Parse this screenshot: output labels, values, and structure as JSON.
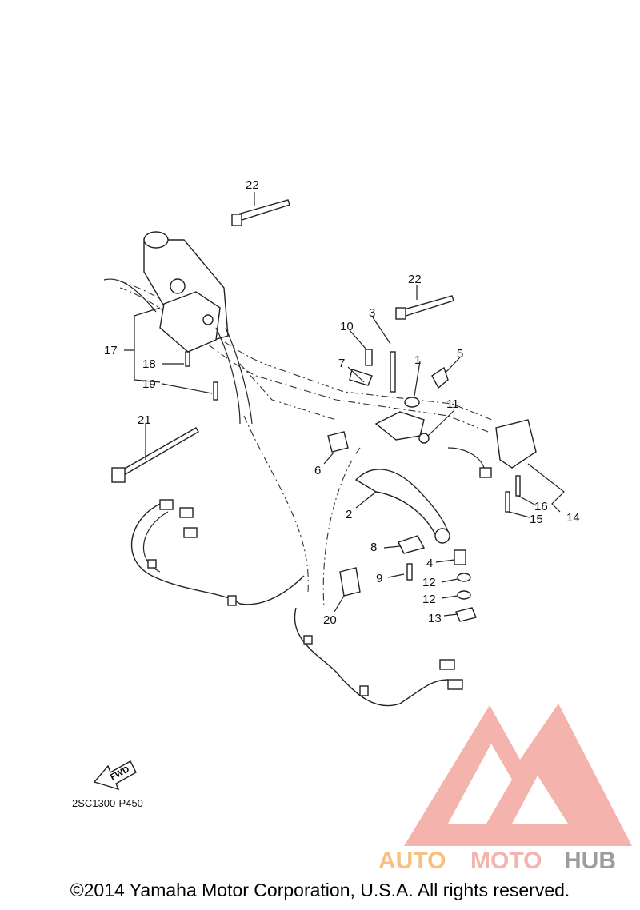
{
  "callouts": [
    "1",
    "2",
    "3",
    "4",
    "5",
    "6",
    "7",
    "8",
    "9",
    "10",
    "11",
    "12",
    "12",
    "13",
    "14",
    "15",
    "16",
    "17",
    "18",
    "19",
    "20",
    "21",
    "22",
    "22"
  ],
  "fwd_label": "FWD",
  "diagram_code": "2SC1300-P450",
  "copyright": "©2014 Yamaha Motor Corporation, U.S.A. All rights reserved.",
  "watermark": {
    "part1": "AUTO",
    "part2": "MOTO",
    "part3": "HUB",
    "color_primary": "#f4a6a0",
    "color_secondary": "#f7b469",
    "color_dark": "#8c8c8c"
  }
}
